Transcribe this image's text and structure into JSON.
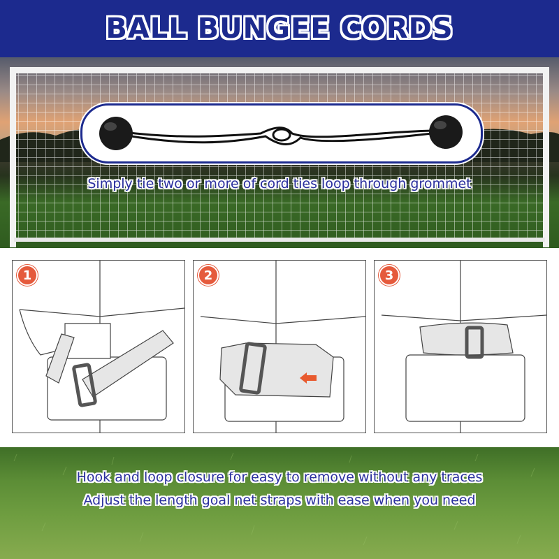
{
  "banner": {
    "title": "BALL BUNGEE CORDS"
  },
  "captions": {
    "top": "Simply tie two or more of cord ties loop through grommet",
    "bottom_line1": "Hook and loop closure for easy to remove without any traces",
    "bottom_line2": "Adjust the length goal net straps with ease when you need"
  },
  "steps": [
    {
      "number": "1"
    },
    {
      "number": "2"
    },
    {
      "number": "3"
    }
  ],
  "colors": {
    "brand_blue": "#1c2a8e",
    "step_badge": "#e55a3c",
    "caption_text": "#2a2f9e"
  }
}
